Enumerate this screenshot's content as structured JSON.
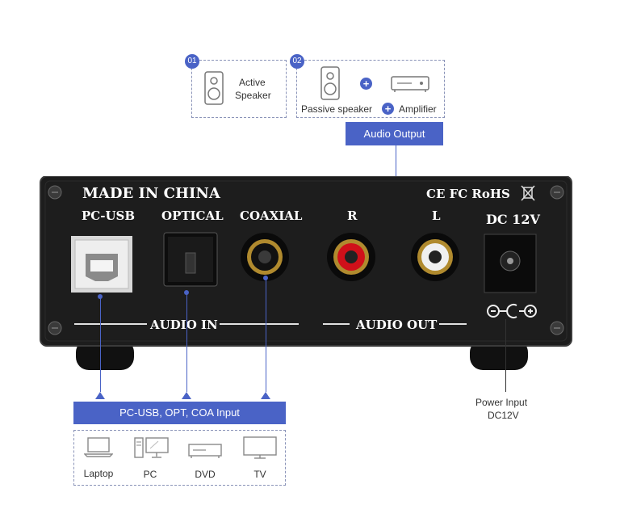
{
  "top_options": {
    "opt1": {
      "num": "01",
      "label_line1": "Active",
      "label_line2": "Speaker"
    },
    "opt2": {
      "num": "02",
      "passive": "Passive speaker",
      "amplifier": "Amplifier",
      "plus": "+"
    }
  },
  "audio_output_label": "Audio Output",
  "panel": {
    "made_in": "MADE IN CHINA",
    "certs": "CE FC RoHS",
    "pc_usb": "PC-USB",
    "optical": "OPTICAL",
    "coaxial": "COAXIAL",
    "r": "R",
    "l": "L",
    "dc": "DC 12V",
    "audio_in": "AUDIO IN",
    "audio_out": "AUDIO OUT"
  },
  "input_bar_label": "PC-USB, OPT, COA Input",
  "power_label_line1": "Power Input",
  "power_label_line2": "DC12V",
  "devices": [
    {
      "label": "Laptop",
      "icon": "laptop-icon"
    },
    {
      "label": "PC",
      "icon": "pc-icon"
    },
    {
      "label": "DVD",
      "icon": "dvd-icon"
    },
    {
      "label": "TV",
      "icon": "tv-icon"
    }
  ],
  "colors": {
    "accent": "#4a63c6",
    "panel": "#1e1e1e",
    "rca_red": "#d0101a",
    "rca_white": "#f0f0f0"
  }
}
